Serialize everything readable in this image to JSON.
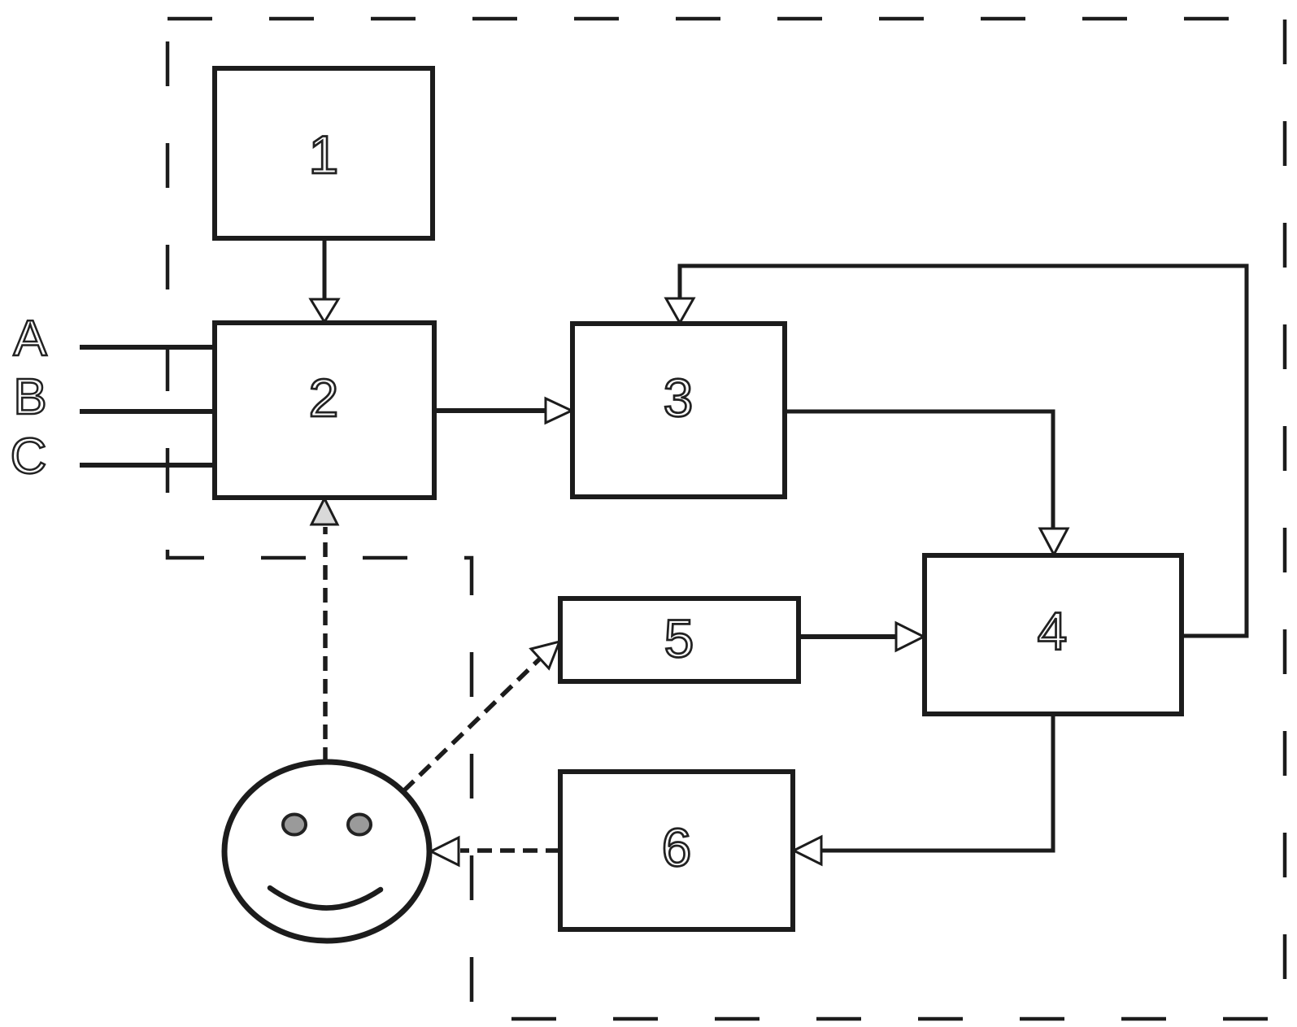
{
  "diagram": {
    "blocks": [
      {
        "id": "block-1",
        "label": "1"
      },
      {
        "id": "block-2",
        "label": "2"
      },
      {
        "id": "block-3",
        "label": "3"
      },
      {
        "id": "block-4",
        "label": "4"
      },
      {
        "id": "block-5",
        "label": "5"
      },
      {
        "id": "block-6",
        "label": "6"
      }
    ],
    "inputs": [
      {
        "id": "input-a",
        "label": "A"
      },
      {
        "id": "input-b",
        "label": "B"
      },
      {
        "id": "input-c",
        "label": "C"
      }
    ],
    "actor": {
      "id": "user",
      "description": "smiley-face user outside dashed system boundary"
    },
    "connections": [
      {
        "from": "1",
        "to": "2",
        "style": "solid"
      },
      {
        "from": "A",
        "to": "2",
        "style": "solid"
      },
      {
        "from": "B",
        "to": "2",
        "style": "solid"
      },
      {
        "from": "C",
        "to": "2",
        "style": "solid"
      },
      {
        "from": "2",
        "to": "3",
        "style": "solid"
      },
      {
        "from": "3",
        "to": "4",
        "style": "solid"
      },
      {
        "from": "4",
        "to": "3",
        "style": "solid",
        "note": "feedback loop"
      },
      {
        "from": "5",
        "to": "4",
        "style": "solid"
      },
      {
        "from": "4",
        "to": "6",
        "style": "solid"
      },
      {
        "from": "6",
        "to": "user",
        "style": "dashed"
      },
      {
        "from": "user",
        "to": "5",
        "style": "dashed"
      },
      {
        "from": "user",
        "to": "2",
        "style": "dashed"
      }
    ],
    "colors": {
      "ink": "#1c1c1c",
      "paper": "#ffffff"
    }
  }
}
